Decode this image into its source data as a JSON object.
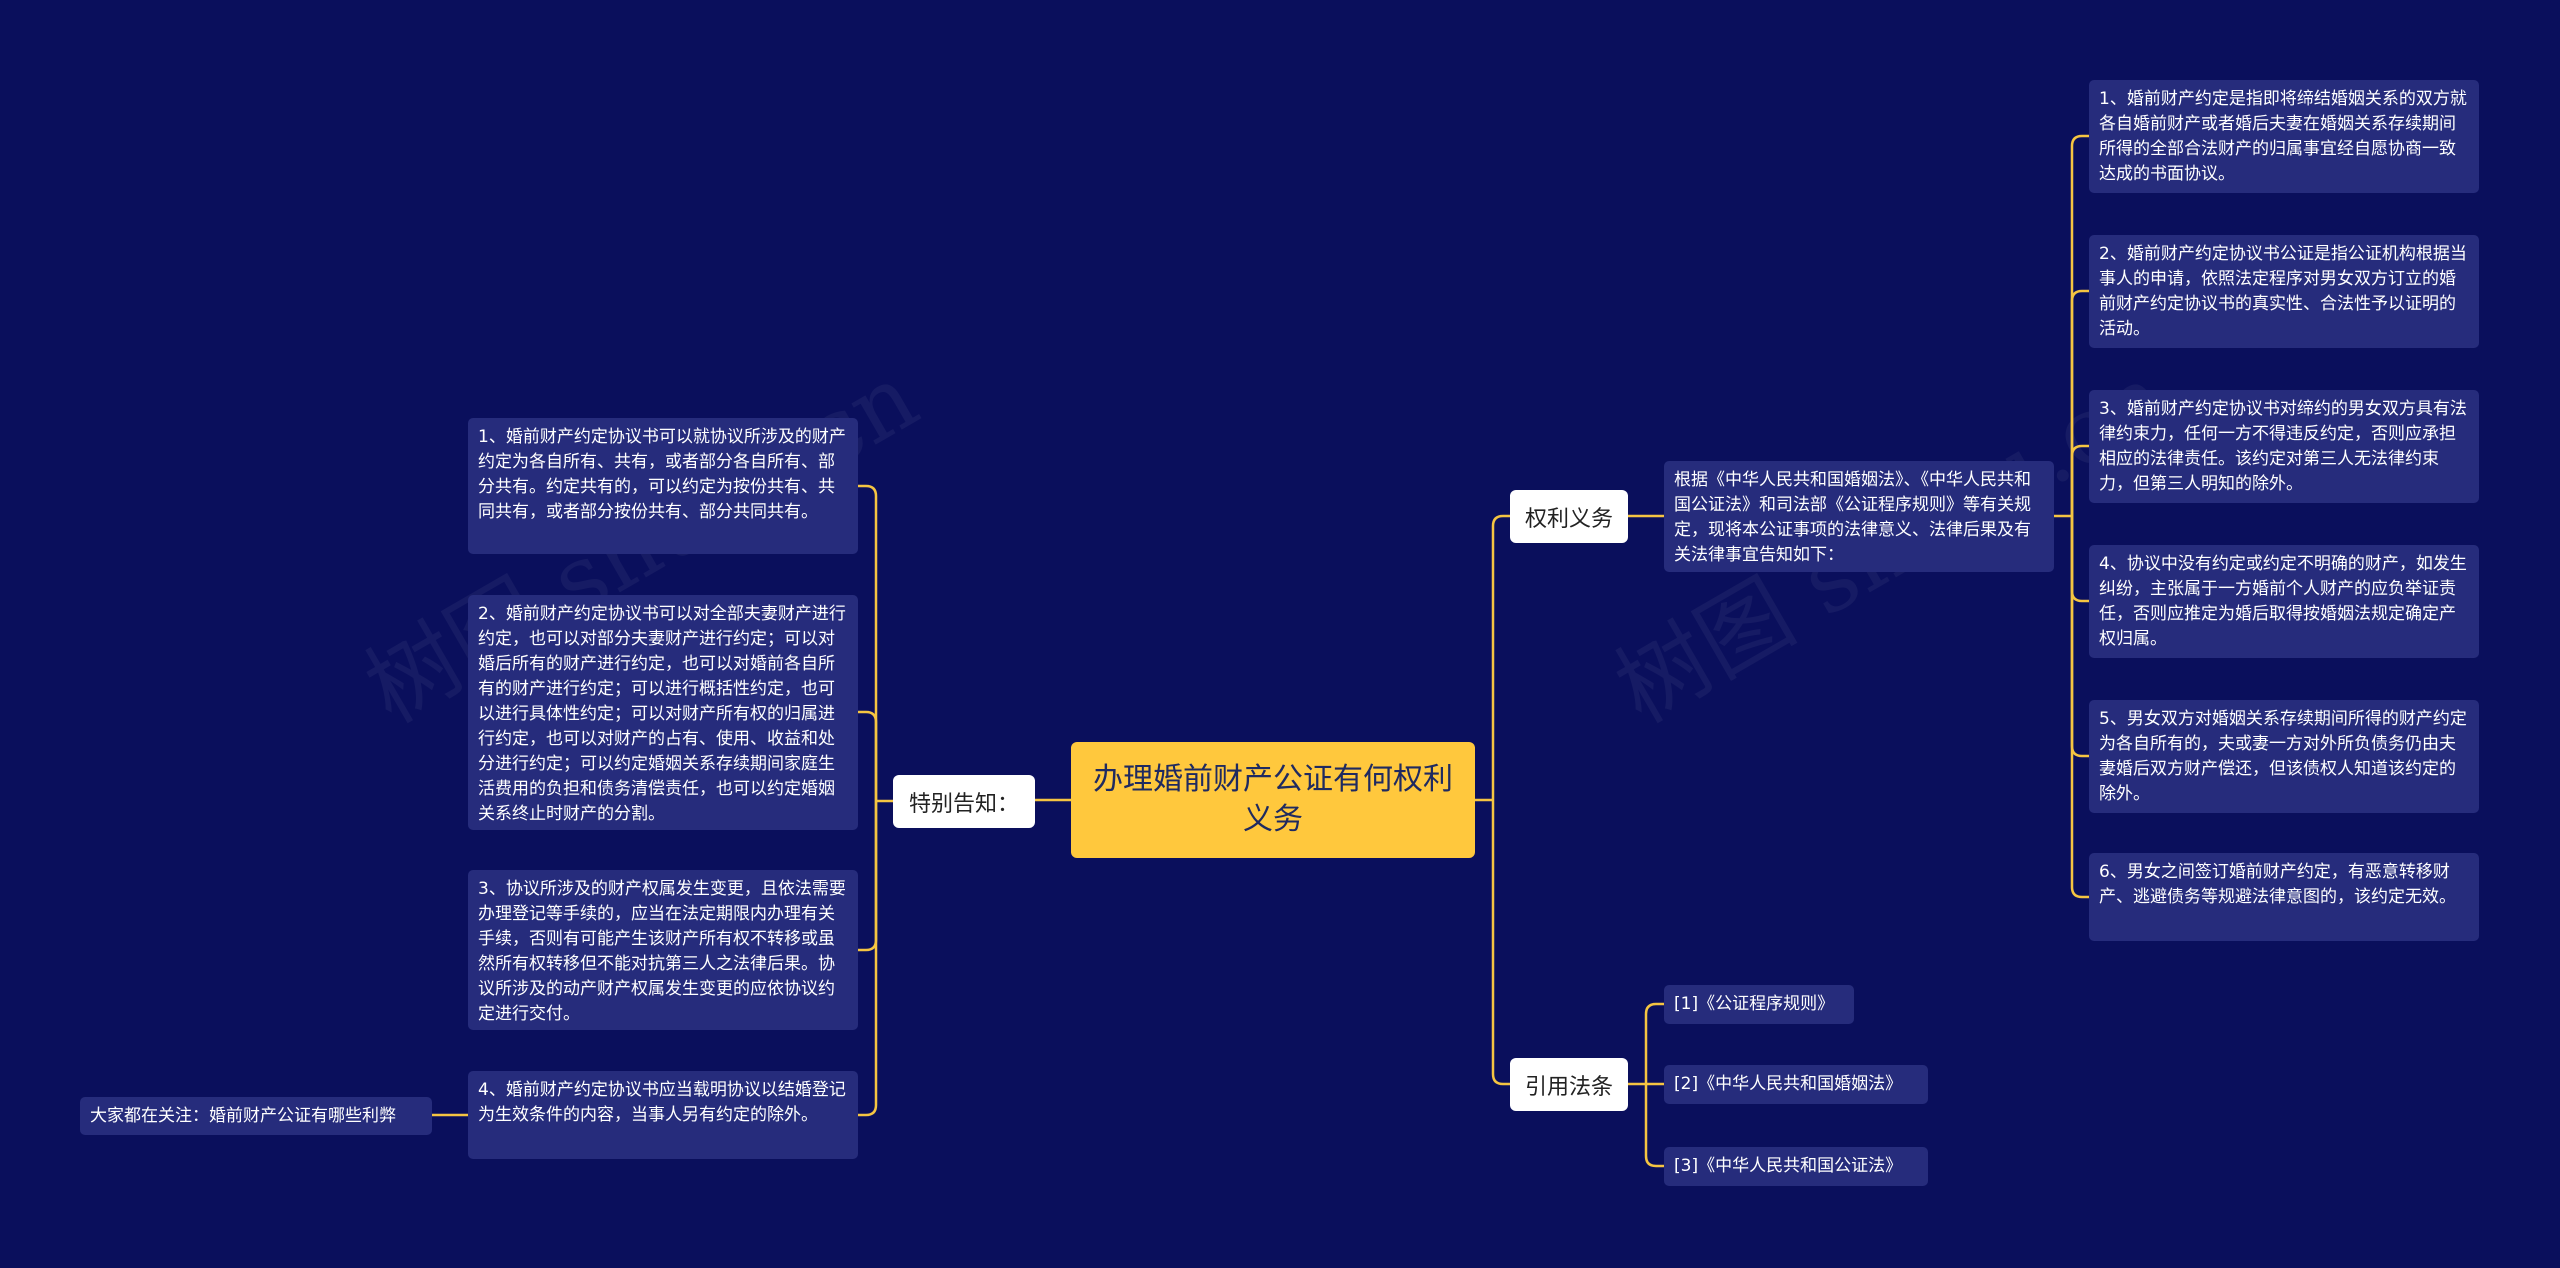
{
  "root": {
    "title": "办理婚前财产公证有何权利义务"
  },
  "rights": {
    "label": "权利义务",
    "intro": "根据《中华人民共和国婚姻法》、《中华人民共和国公证法》和司法部《公证程序规则》等有关规定，现将本公证事项的法律意义、法律后果及有关法律事宜告知如下：",
    "items": [
      "1、婚前财产约定是指即将缔结婚姻关系的双方就各自婚前财产或者婚后夫妻在婚姻关系存续期间所得的全部合法财产的归属事宜经自愿协商一致达成的书面协议。",
      "2、婚前财产约定协议书公证是指公证机构根据当事人的申请，依照法定程序对男女双方订立的婚前财产约定协议书的真实性、合法性予以证明的活动。",
      "3、婚前财产约定协议书对缔约的男女双方具有法律约束力，任何一方不得违反约定，否则应承担相应的法律责任。该约定对第三人无法律约束力，但第三人明知的除外。",
      "4、协议中没有约定或约定不明确的财产，如发生纠纷，主张属于一方婚前个人财产的应负举证责任，否则应推定为婚后取得按婚姻法规定确定产权归属。",
      "5、男女双方对婚姻关系存续期间所得的财产约定为各自所有的，夫或妻一方对外所负债务仍由夫妻婚后双方财产偿还，但该债权人知道该约定的除外。",
      "6、男女之间签订婚前财产约定，有恶意转移财产、逃避债务等规避法律意图的，该约定无效。"
    ]
  },
  "citations": {
    "label": "引用法条",
    "items": [
      "[1]《公证程序规则》",
      "[2]《中华人民共和国婚姻法》",
      "[3]《中华人民共和国公证法》"
    ]
  },
  "notice": {
    "label": "特别告知：",
    "items": [
      "1、婚前财产约定协议书可以就协议所涉及的财产约定为各自所有、共有，或者部分各自所有、部分共有。约定共有的，可以约定为按份共有、共同共有，或者部分按份共有、部分共同共有。",
      "2、婚前财产约定协议书可以对全部夫妻财产进行约定，也可以对部分夫妻财产进行约定；可以对婚后所有的财产进行约定，也可以对婚前各自所有的财产进行约定；可以进行概括性约定，也可以进行具体性约定；可以对财产所有权的归属进行约定，也可以对财产的占有、使用、收益和处分进行约定；可以约定婚姻关系存续期间家庭生活费用的负担和债务清偿责任，也可以约定婚姻关系终止时财产的分割。",
      "3、协议所涉及的财产权属发生变更，且依法需要办理登记等手续的，应当在法定期限内办理有关手续，否则有可能产生该财产所有权不转移或虽然所有权转移但不能对抗第三人之法律后果。协议所涉及的动产财产权属发生变更的应依协议约定进行交付。",
      "4、婚前财产约定协议书应当载明协议以结婚登记为生效条件的内容，当事人另有约定的除外。"
    ],
    "related": "大家都在关注：婚前财产公证有哪些利弊"
  },
  "watermarks": [
    "树图 shutu.cn",
    "树图 shutu.cn"
  ],
  "colors": {
    "background": "#0a0f5c",
    "root": "#ffc83d",
    "branch": "#ffffff",
    "leaf": "#262c7c",
    "link": "#f5c542"
  }
}
